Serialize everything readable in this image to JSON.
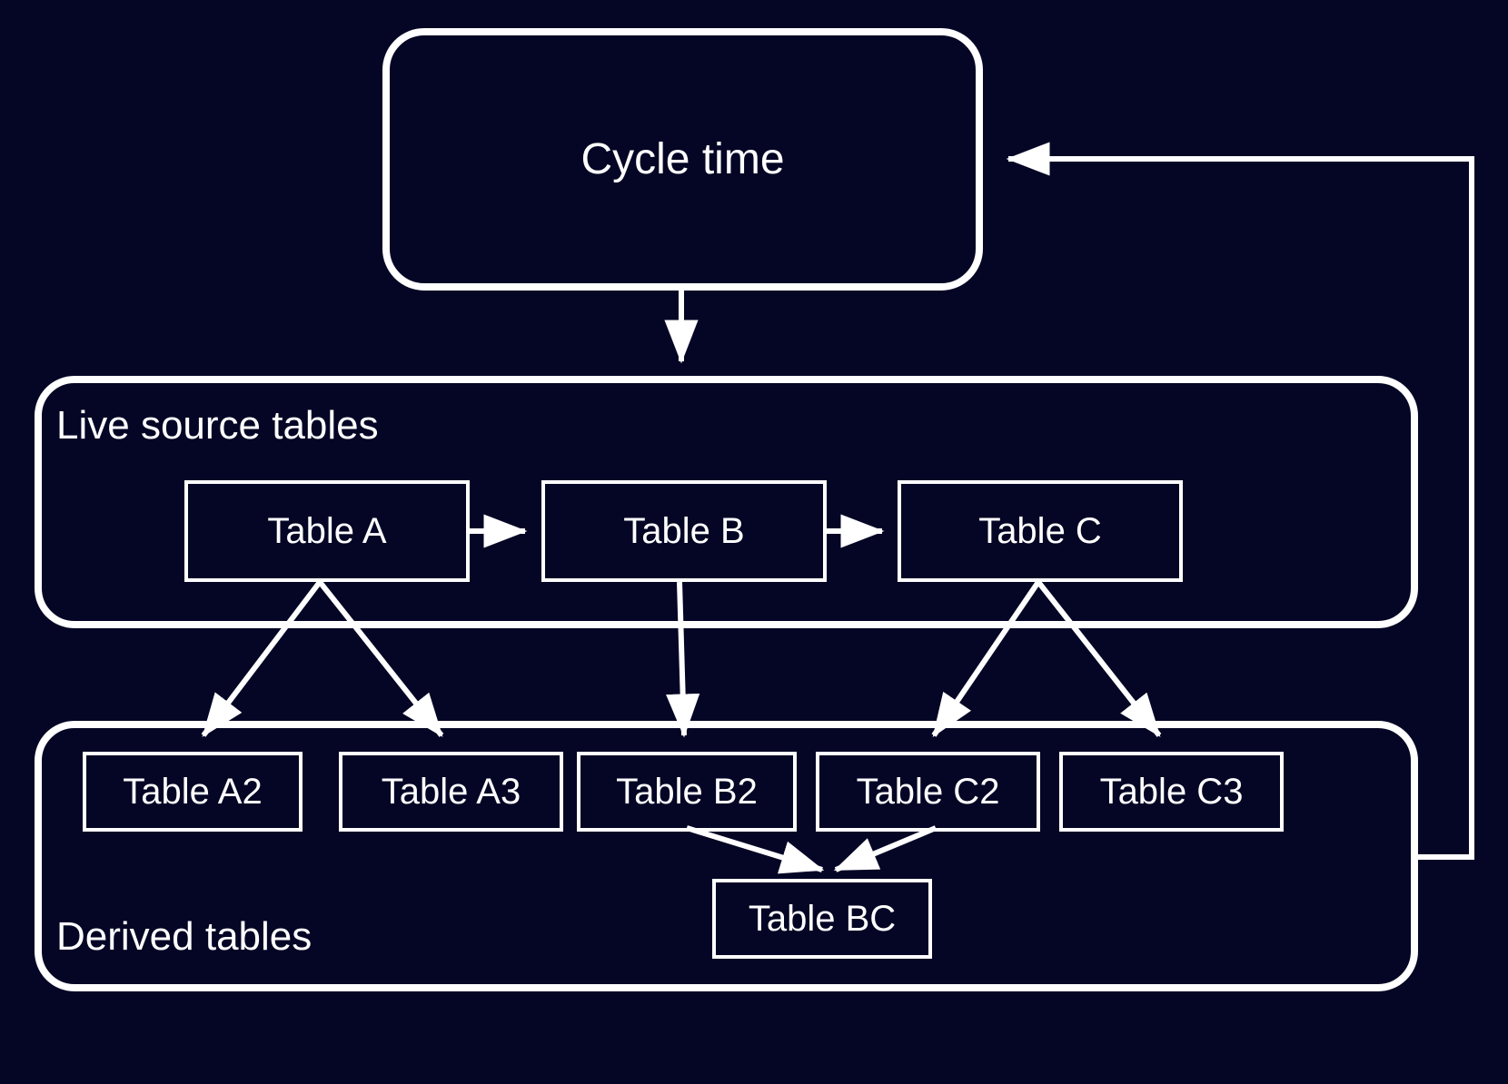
{
  "diagram": {
    "title_node": {
      "label": "Cycle time"
    },
    "groups": [
      {
        "id": "live-source",
        "label": "Live source tables"
      },
      {
        "id": "derived",
        "label": "Derived tables"
      }
    ],
    "source_nodes": [
      {
        "id": "table-a",
        "label": "Table A"
      },
      {
        "id": "table-b",
        "label": "Table B"
      },
      {
        "id": "table-c",
        "label": "Table C"
      }
    ],
    "derived_nodes": [
      {
        "id": "table-a2",
        "label": "Table A2"
      },
      {
        "id": "table-a3",
        "label": "Table A3"
      },
      {
        "id": "table-b2",
        "label": "Table B2"
      },
      {
        "id": "table-c2",
        "label": "Table C2"
      },
      {
        "id": "table-c3",
        "label": "Table C3"
      },
      {
        "id": "table-bc",
        "label": "Table BC"
      }
    ],
    "edges": [
      {
        "from": "cycle-time",
        "to": "live-source"
      },
      {
        "from": "table-a",
        "to": "table-b"
      },
      {
        "from": "table-b",
        "to": "table-c"
      },
      {
        "from": "table-a",
        "to": "table-a2"
      },
      {
        "from": "table-a",
        "to": "table-a3"
      },
      {
        "from": "table-b",
        "to": "table-b2"
      },
      {
        "from": "table-c",
        "to": "table-c2"
      },
      {
        "from": "table-c",
        "to": "table-c3"
      },
      {
        "from": "table-b2",
        "to": "table-bc"
      },
      {
        "from": "table-c2",
        "to": "table-bc"
      },
      {
        "from": "derived",
        "to": "cycle-time"
      }
    ],
    "colors": {
      "background": "#050625",
      "stroke": "#ffffff",
      "text": "#ffffff"
    }
  }
}
